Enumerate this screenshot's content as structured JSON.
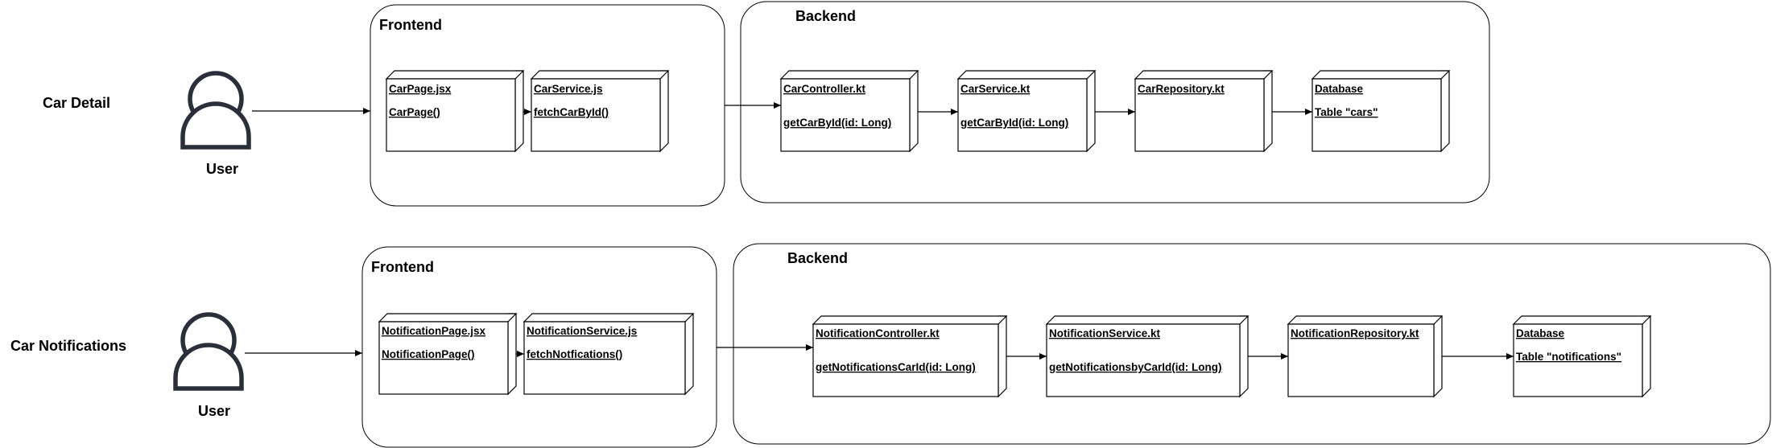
{
  "rows": [
    {
      "label": "Car Detail",
      "user_label": "User",
      "frontend": {
        "title": "Frontend",
        "nodes": [
          {
            "title": "CarPage.jsx",
            "method": "CarPage()"
          },
          {
            "title": "CarService.js",
            "method": "fetchCarById()"
          }
        ]
      },
      "backend": {
        "title": "Backend",
        "nodes": [
          {
            "title": "CarController.kt",
            "method": "getCarById(id: Long)"
          },
          {
            "title": "CarService.kt",
            "method": "getCarById(id: Long)"
          },
          {
            "title": "CarRepository.kt",
            "method": ""
          },
          {
            "title": "Database",
            "method": "Table \"cars\""
          }
        ]
      }
    },
    {
      "label": "Car Notifications",
      "user_label": "User",
      "frontend": {
        "title": "Frontend",
        "nodes": [
          {
            "title": "NotificationPage.jsx",
            "method": "NotificationPage()"
          },
          {
            "title": "NotificationService.js",
            "method": "fetchNotfications()"
          }
        ]
      },
      "backend": {
        "title": "Backend",
        "nodes": [
          {
            "title": "NotificationController.kt",
            "method": "getNotificationsCarId(id: Long)"
          },
          {
            "title": "NotificationService.kt",
            "method": "getNotificationsbyCarId(id: Long)"
          },
          {
            "title": "NotificationRepository.kt",
            "method": ""
          },
          {
            "title": "Database",
            "method": "Table \"notifications\""
          }
        ]
      }
    }
  ]
}
